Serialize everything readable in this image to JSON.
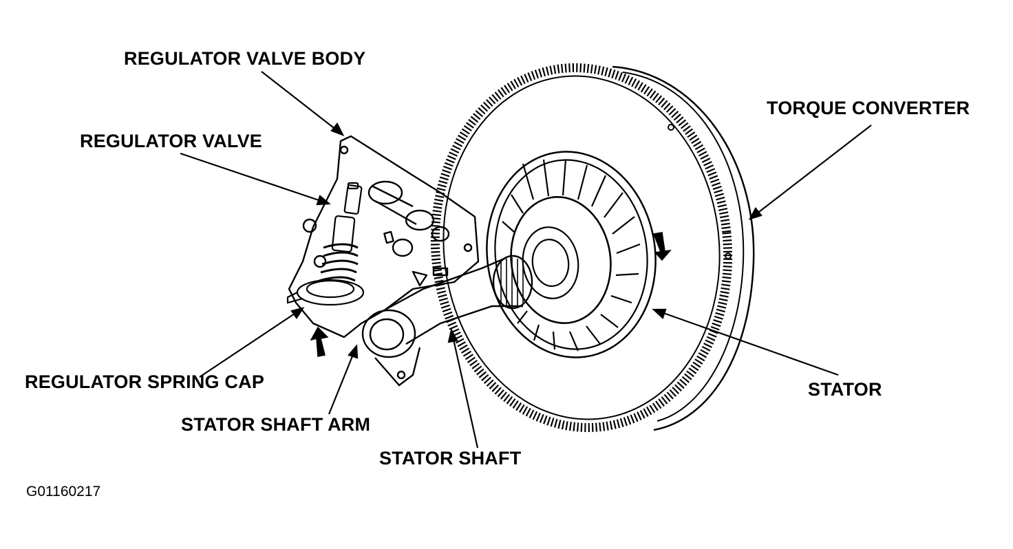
{
  "figure": {
    "id": "G01160217",
    "line_color": "#000000",
    "background": "#ffffff"
  },
  "labels": {
    "regulator_valve_body": "REGULATOR VALVE BODY",
    "regulator_valve": "REGULATOR VALVE",
    "torque_converter": "TORQUE CONVERTER",
    "regulator_spring_cap": "REGULATOR SPRING CAP",
    "stator_shaft_arm": "STATOR SHAFT ARM",
    "stator_shaft": "STATOR SHAFT",
    "stator": "STATOR"
  }
}
